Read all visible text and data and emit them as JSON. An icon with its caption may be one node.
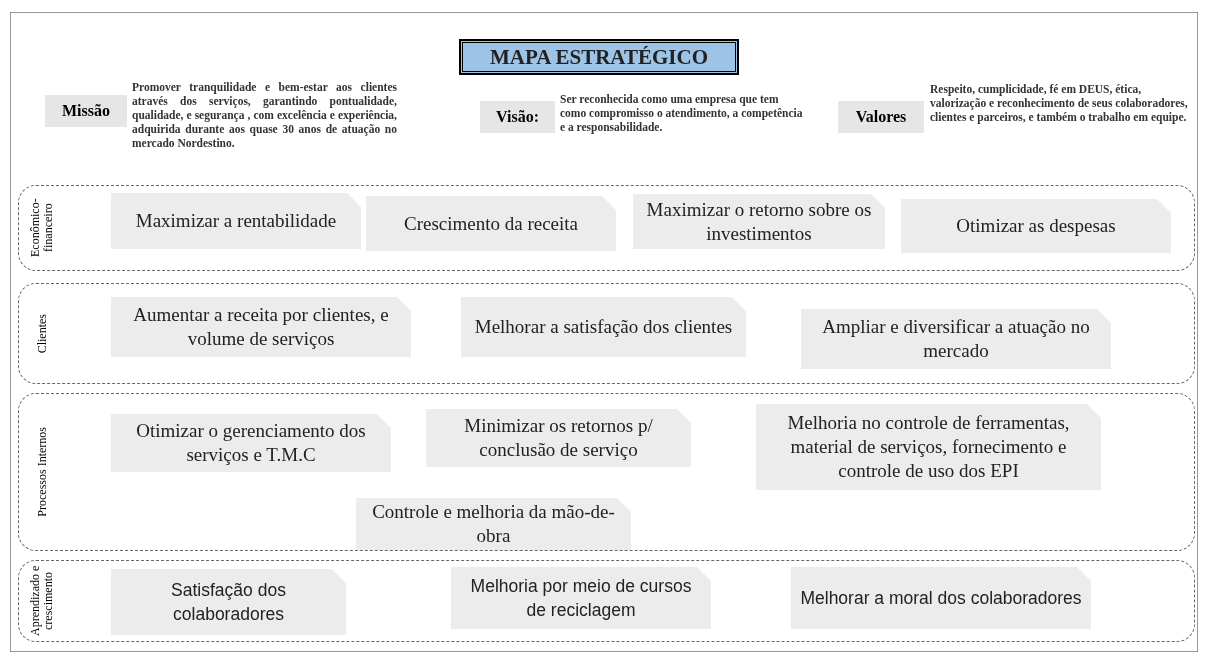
{
  "diagram": {
    "title": "MAPA ESTRATÉGICO",
    "nodes": [
      {
        "text": [
          "Missão"
        ],
        "beside": [
          "Promover tranquilidade e bem-estar aos clientes através dos serviços, garantindo pontualidade, qualidade, e segurança , com excelência e experiência, adquirida durante aos quase 30 anos de atuação no mercado Nordestino."
        ]
      },
      {
        "text": [
          "Visão:"
        ],
        "beside": [
          "Ser reconhecida como uma empresa que tem como compromisso o atendimento, a competência e a responsabilidade."
        ]
      },
      {
        "text": [
          "Valores"
        ],
        "beside": [
          "Respeito, cumplicidade, fé em DEUS, ética, valorização e reconhecimento de seus colaboradores, clientes e parceiros, e também o trabalho em equipe."
        ]
      },
      {
        "text": [
          "Econômico-financeiro"
        ]
      },
      {
        "text": [
          "Maximizar a rentabilidade"
        ],
        "in": 3
      },
      {
        "text": [
          "Crescimento da receita"
        ],
        "in": 3
      },
      {
        "text": [
          "Maximizar o retorno sobre os investimentos"
        ],
        "in": 3
      },
      {
        "text": [
          "Otimizar as despesas"
        ],
        "in": 3
      },
      {
        "text": [
          "Clientes"
        ]
      },
      {
        "text": [
          "Aumentar a receita por clientes, e volume de serviços"
        ],
        "in": 8
      },
      {
        "text": [
          "Melhorar a satisfação dos clientes"
        ],
        "in": 8
      },
      {
        "text": [
          "Ampliar e diversificar a atuação no mercado"
        ],
        "in": 8
      },
      {
        "text": [
          "Processos Internos"
        ]
      },
      {
        "text": [
          "Otimizar o gerenciamento dos serviços e T.M.C"
        ],
        "in": 12
      },
      {
        "text": [
          "Minimizar os retornos p/ conclusão de serviço"
        ],
        "in": 12
      },
      {
        "text": [
          "Melhoria no controle de ferramentas, material de serviços, fornecimento e controle de uso dos EPI"
        ],
        "in": 12
      },
      {
        "text": [
          "Controle e melhoria da mão-de-obra"
        ],
        "in": 12
      },
      {
        "text": [
          "Aprendizado e crescimento"
        ]
      },
      {
        "text": [
          "Satisfação dos colaboradores"
        ],
        "in": 17
      },
      {
        "text": [
          "Melhoria por meio de cursos de reciclagem"
        ],
        "in": 17
      },
      {
        "text": [
          "Melhorar a moral dos colaboradores"
        ],
        "in": 17
      }
    ],
    "edges": []
  }
}
